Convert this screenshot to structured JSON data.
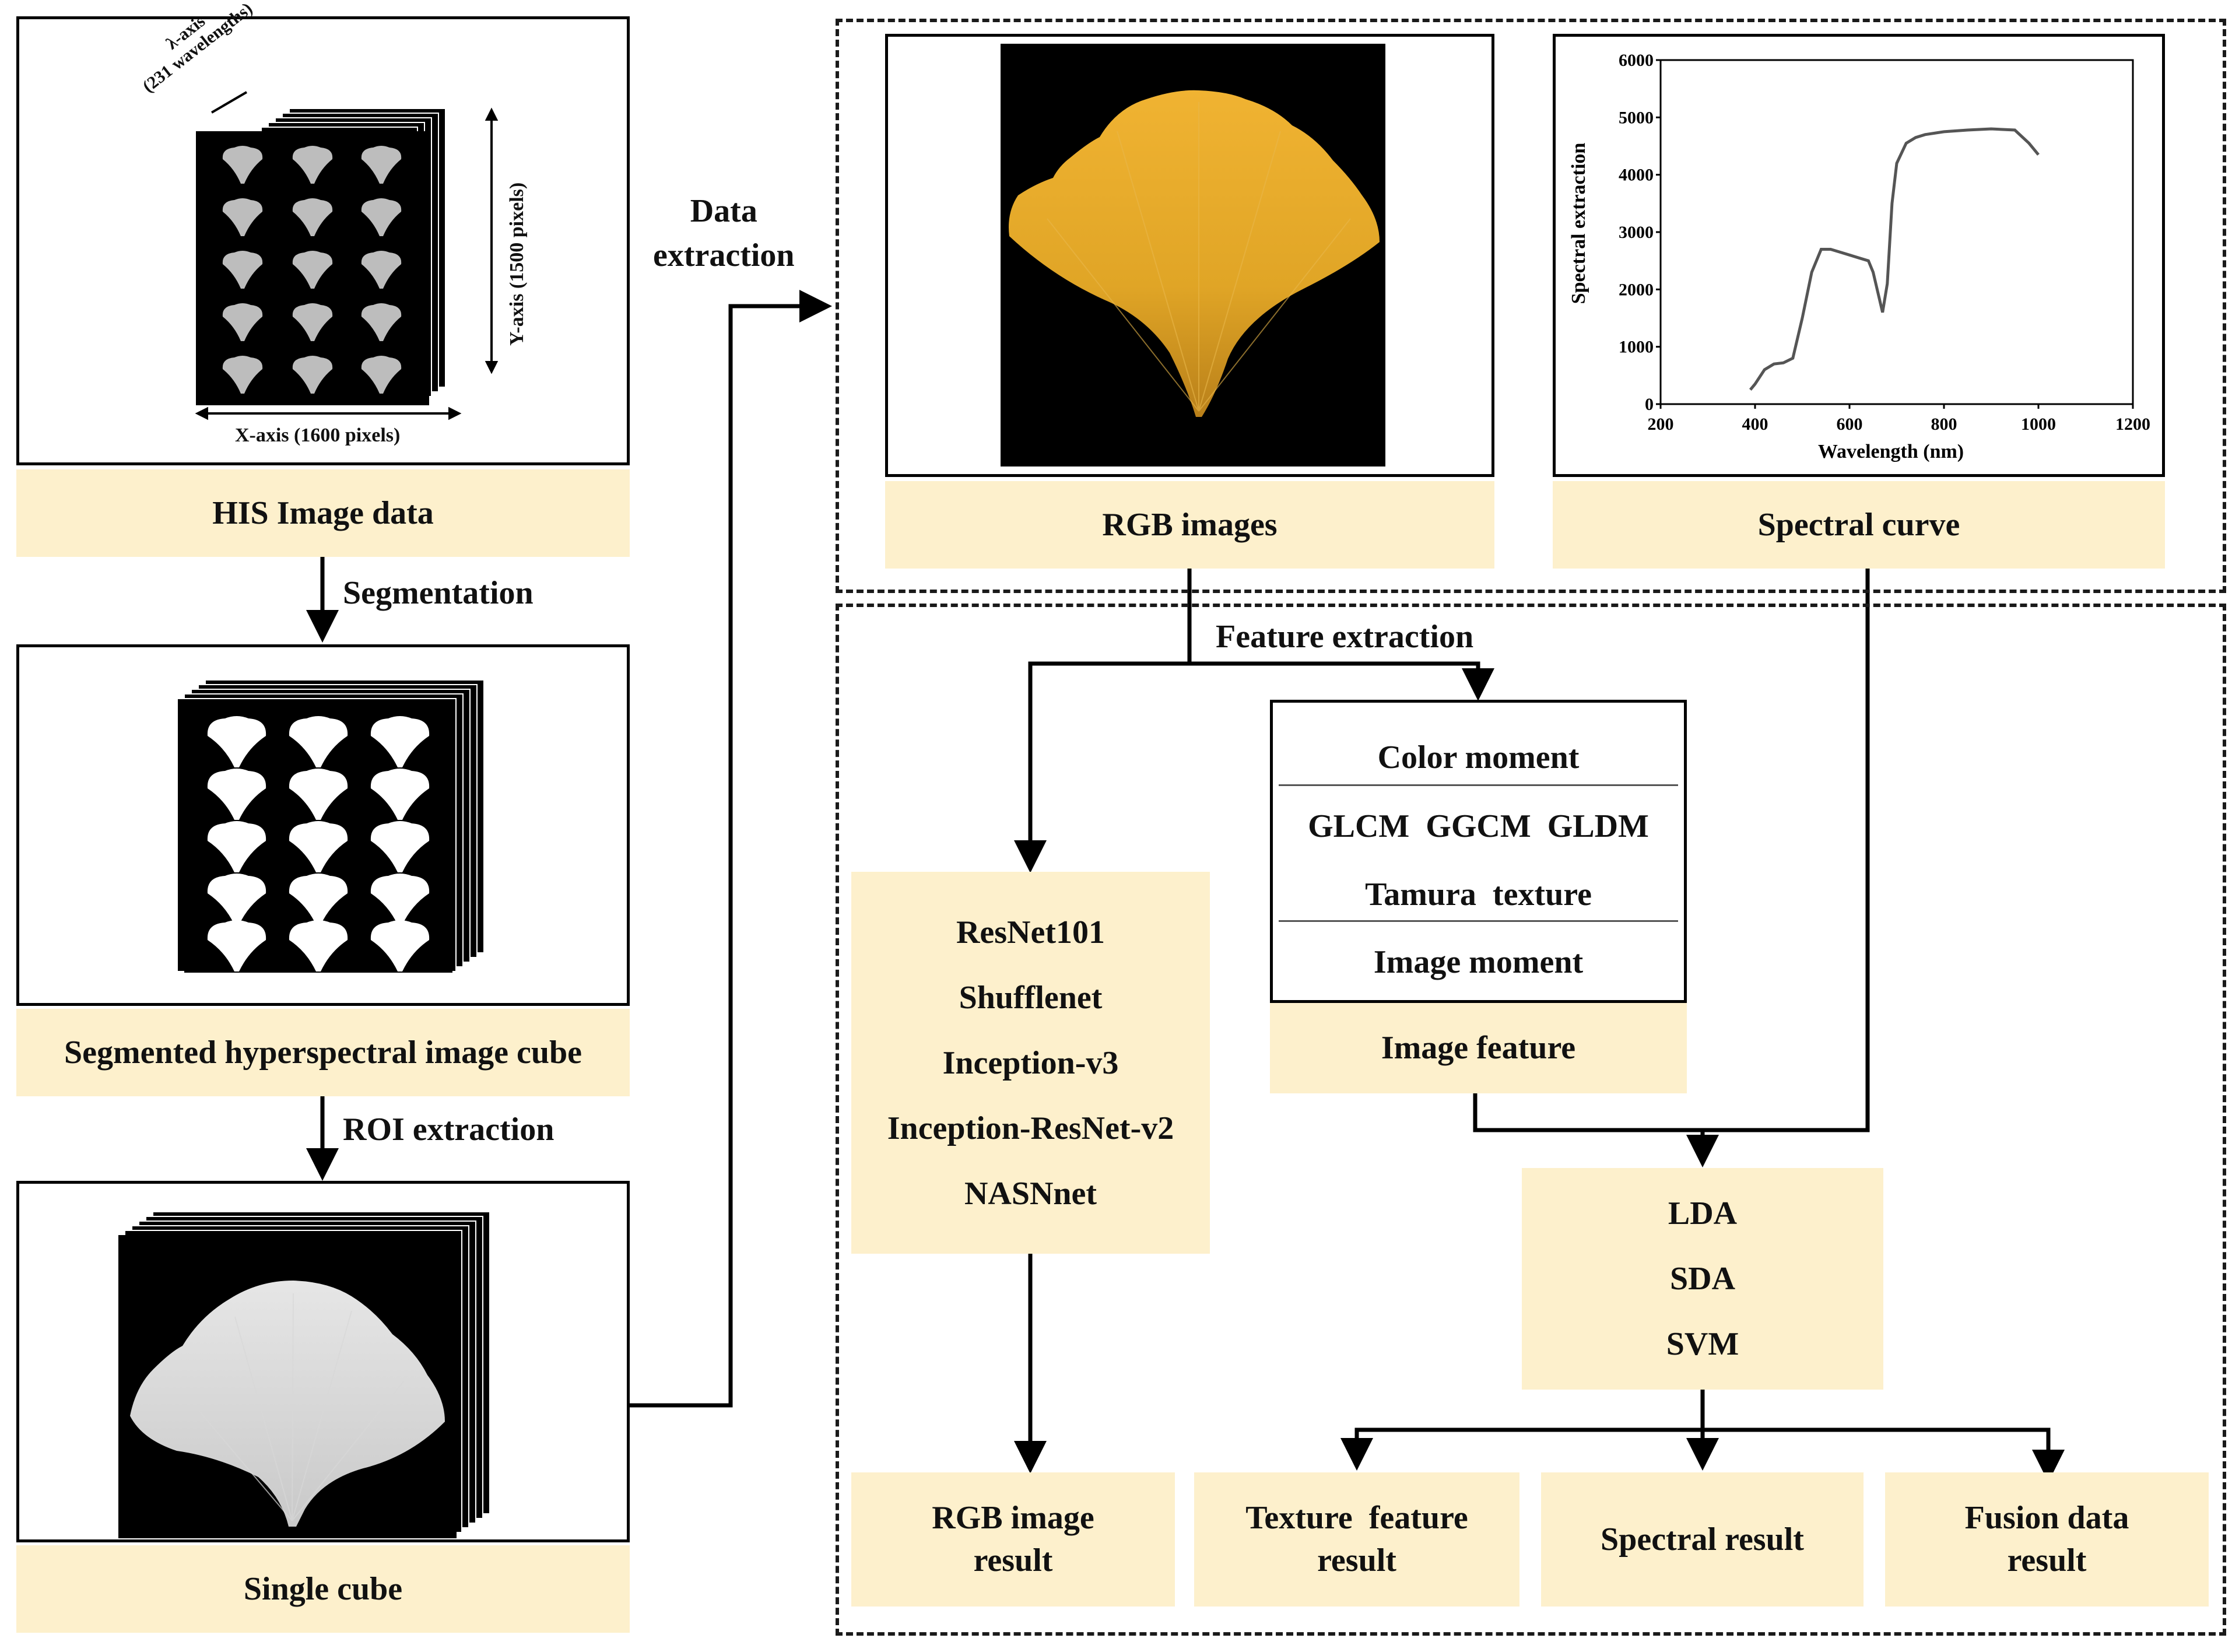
{
  "hsi_panel": {
    "label": "HIS Image data",
    "lambda_axis": "λ-axis",
    "lambda_axis_sub": "(231 wavelengths)",
    "y_axis": "Y-axis (1500 pixels)",
    "x_axis": "X-axis (1600 pixels)"
  },
  "steps": {
    "segmentation": "Segmentation",
    "roi_extraction": "ROI extraction"
  },
  "segmented_panel": {
    "label": "Segmented hyperspectral image cube"
  },
  "single_panel": {
    "label": "Single cube"
  },
  "data_extraction": {
    "line1": "Data",
    "line2": "extraction"
  },
  "rgb_panel": {
    "label": "RGB images"
  },
  "spectral_panel": {
    "label": "Spectral curve"
  },
  "feature_extraction": "Feature extraction",
  "image_feature": {
    "row1": "Color moment",
    "row2": "GLCM  GGCM  GLDM",
    "row3": "Tamura  texture",
    "row4": "Image moment",
    "label": "Image feature"
  },
  "deep_models": [
    "ResNet101",
    "Shufflenet",
    "Inception-v3",
    "Inception-ResNet-v2",
    "NASNnet"
  ],
  "classifiers": [
    "LDA",
    "SDA",
    "SVM"
  ],
  "results": {
    "rgb": [
      "RGB image",
      "result"
    ],
    "texture": [
      "Texture  feature",
      "result"
    ],
    "spectral": [
      "Spectral result"
    ],
    "fusion": [
      "Fusion data",
      "result"
    ]
  },
  "colors": {
    "label_fill": "#fdf0cc",
    "leaf_yellow": "#e0a526",
    "line": "#555555"
  },
  "chart_data": {
    "type": "line",
    "xlabel": "Wavelength (nm)",
    "ylabel": "Spectral extraction",
    "xlim": [
      200,
      1200
    ],
    "ylim": [
      0,
      6000
    ],
    "xticks": [
      200,
      400,
      600,
      800,
      1000,
      1200
    ],
    "yticks": [
      0,
      1000,
      2000,
      3000,
      4000,
      5000,
      6000
    ],
    "grid": false,
    "x": [
      390,
      400,
      420,
      440,
      460,
      480,
      500,
      520,
      540,
      560,
      580,
      600,
      620,
      640,
      650,
      660,
      670,
      680,
      690,
      700,
      720,
      740,
      760,
      800,
      850,
      900,
      950,
      980,
      1000
    ],
    "y": [
      250,
      350,
      600,
      700,
      720,
      800,
      1500,
      2300,
      2700,
      2700,
      2650,
      2600,
      2550,
      2500,
      2300,
      1950,
      1600,
      2100,
      3500,
      4200,
      4550,
      4650,
      4700,
      4750,
      4780,
      4800,
      4780,
      4550,
      4350
    ]
  }
}
